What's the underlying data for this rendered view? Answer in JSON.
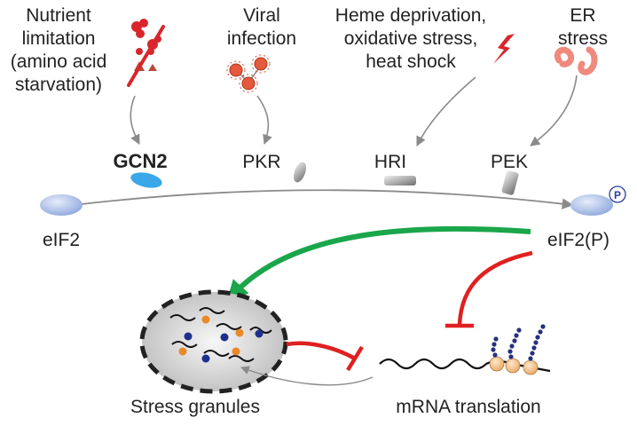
{
  "stressors": {
    "nutrient": [
      "Nutrient",
      "limitation",
      "(amino acid",
      "starvation)"
    ],
    "viral": [
      "Viral",
      "infection"
    ],
    "heme": [
      "Heme deprivation,",
      "oxidative stress,",
      "heat shock"
    ],
    "er": [
      "ER",
      "stress"
    ]
  },
  "kinases": {
    "gcn2": "GCN2",
    "pkr": "PKR",
    "hri": "HRI",
    "pek": "PEK"
  },
  "pathway": {
    "eif2": "eIF2",
    "eif2p": "eIF2(P)",
    "phospho_symbol": "P"
  },
  "outcomes": {
    "stress_granules": "Stress granules",
    "mrna_translation": "mRNA translation"
  },
  "colors": {
    "activation_arrow": "#1aa64a",
    "inhibition": "#e02020",
    "gcn2": "#3aa8e8",
    "eif2": "#aac0ea",
    "stressor_red": "#d8262b",
    "virus": "#e55a3c",
    "phospho_ring": "#2a3f9c",
    "ribosome": "#f6c48a",
    "polypeptide": "#26307d",
    "granule_orange": "#e8892a",
    "granule_blue": "#1e2f8a"
  }
}
